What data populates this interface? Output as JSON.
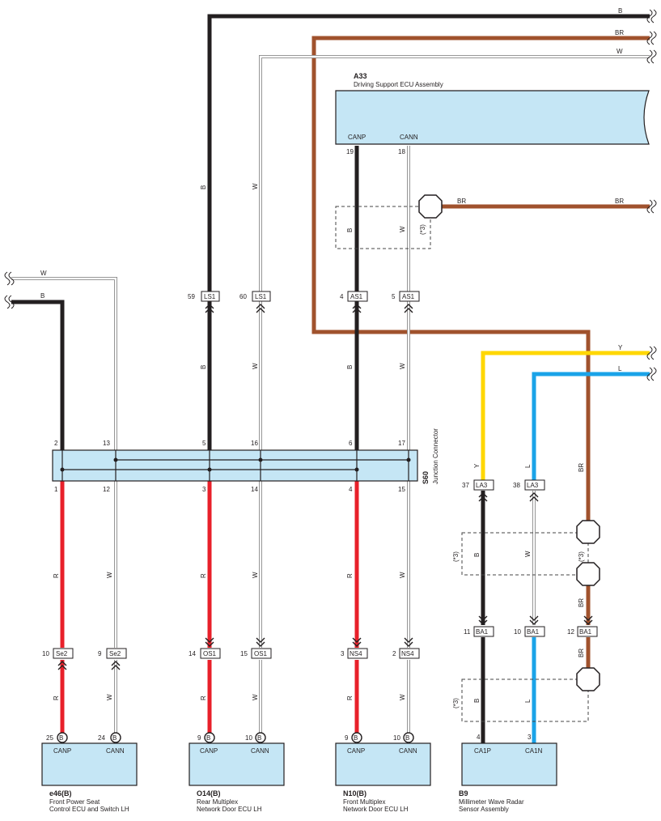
{
  "colors": {
    "B": "#231f20",
    "W": "#ffffff",
    "W_outline": "#8a8a8a",
    "BR": "#a0522d",
    "R": "#e8202a",
    "Y": "#ffd700",
    "L": "#1aa3e8",
    "box_fill": "#c5e6f5",
    "box_stroke": "#231f20",
    "shield_dash": "#444444"
  },
  "wires": {
    "B": "B",
    "BR": "BR",
    "W": "W",
    "R": "R",
    "Y": "Y",
    "L": "L"
  },
  "shield_label": "(*3)",
  "junction": {
    "code": "S60",
    "name": "Junction Connector",
    "top_pins": [
      "2",
      "13",
      "5",
      "16",
      "6",
      "17"
    ],
    "bottom_pins": [
      "1",
      "12",
      "3",
      "14",
      "4",
      "15"
    ]
  },
  "driving_ecu": {
    "code": "A33",
    "name": "Driving Support ECU Assembly",
    "canp": "CANP",
    "cann": "CANN",
    "canp_pin": "19",
    "cann_pin": "18"
  },
  "connectors": {
    "ls1": {
      "label": "LS1",
      "pin_b": "59",
      "pin_w": "60"
    },
    "as1": {
      "label": "AS1",
      "pin_b": "4",
      "pin_w": "5"
    },
    "se2": {
      "label": "Se2",
      "pin_r": "10",
      "pin_w": "9"
    },
    "os1": {
      "label": "OS1",
      "pin_r": "14",
      "pin_w": "15"
    },
    "ns4": {
      "label": "NS4",
      "pin_r": "3",
      "pin_w": "2"
    },
    "la3": {
      "label": "LA3",
      "pin_y": "37",
      "pin_l": "38"
    },
    "ba1": {
      "label": "BA1",
      "pin_b": "11",
      "pin_w": "10",
      "pin_br": "12"
    }
  },
  "ecus": {
    "e46": {
      "code": "e46(B)",
      "line1": "Front Power Seat",
      "line2": "Control ECU and Switch LH",
      "canp": "CANP",
      "cann": "CANN",
      "pin_p": "25",
      "pin_n": "24",
      "term": "B"
    },
    "o14": {
      "code": "O14(B)",
      "line1": "Rear Multiplex",
      "line2": "Network Door ECU LH",
      "canp": "CANP",
      "cann": "CANN",
      "pin_p": "9",
      "pin_n": "10",
      "term": "B"
    },
    "n10": {
      "code": "N10(B)",
      "line1": "Front Multiplex",
      "line2": "Network Door ECU LH",
      "canp": "CANP",
      "cann": "CANN",
      "pin_p": "9",
      "pin_n": "10",
      "term": "B"
    },
    "b9": {
      "code": "B9",
      "line1": "Millimeter Wave Radar",
      "line2": "Sensor Assembly",
      "canp": "CA1P",
      "cann": "CA1N",
      "pin_p": "4",
      "pin_n": "3"
    }
  }
}
